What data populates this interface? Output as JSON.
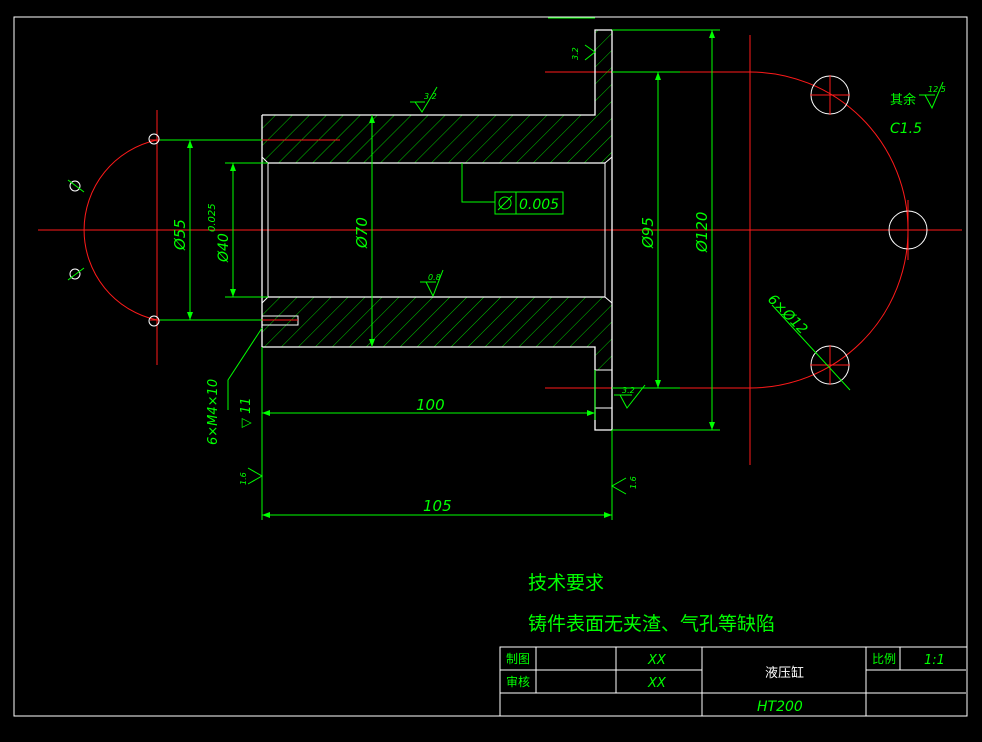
{
  "colors": {
    "background": "#000000",
    "outline": "#ffffff",
    "dimension": "#00ff00",
    "center_line": "#ff1a1a"
  },
  "dimensions": {
    "d55": "Ø55",
    "d40": "Ø40",
    "d40_tol": "0.025",
    "d70": "Ø70",
    "d95": "Ø95",
    "d120": "Ø120",
    "len100": "100",
    "len105": "105",
    "holes": "6×Ø12",
    "thread_1": "6×M4×10",
    "thread_2": "▽ 11"
  },
  "tolerances": {
    "runout_value": "0.005"
  },
  "surface_finish": {
    "top_flange": "3.2",
    "top_body": "3.2",
    "bore": "0.8",
    "bottom_flange": "3.2",
    "left_face": "1.6",
    "right_face": "1.6",
    "rest_label": "其余",
    "rest_value": "12.5",
    "chamfer": "C1.5"
  },
  "tech_requirements": {
    "heading": "技术要求",
    "line1": "铸件表面无夹渣、气孔等缺陷"
  },
  "title_block": {
    "drawn_label": "制图",
    "drawn_value": "XX",
    "check_label": "审核",
    "check_value": "XX",
    "part_name": "液压缸",
    "scale_label": "比例",
    "scale_value": "1:1",
    "material": "HT200"
  }
}
